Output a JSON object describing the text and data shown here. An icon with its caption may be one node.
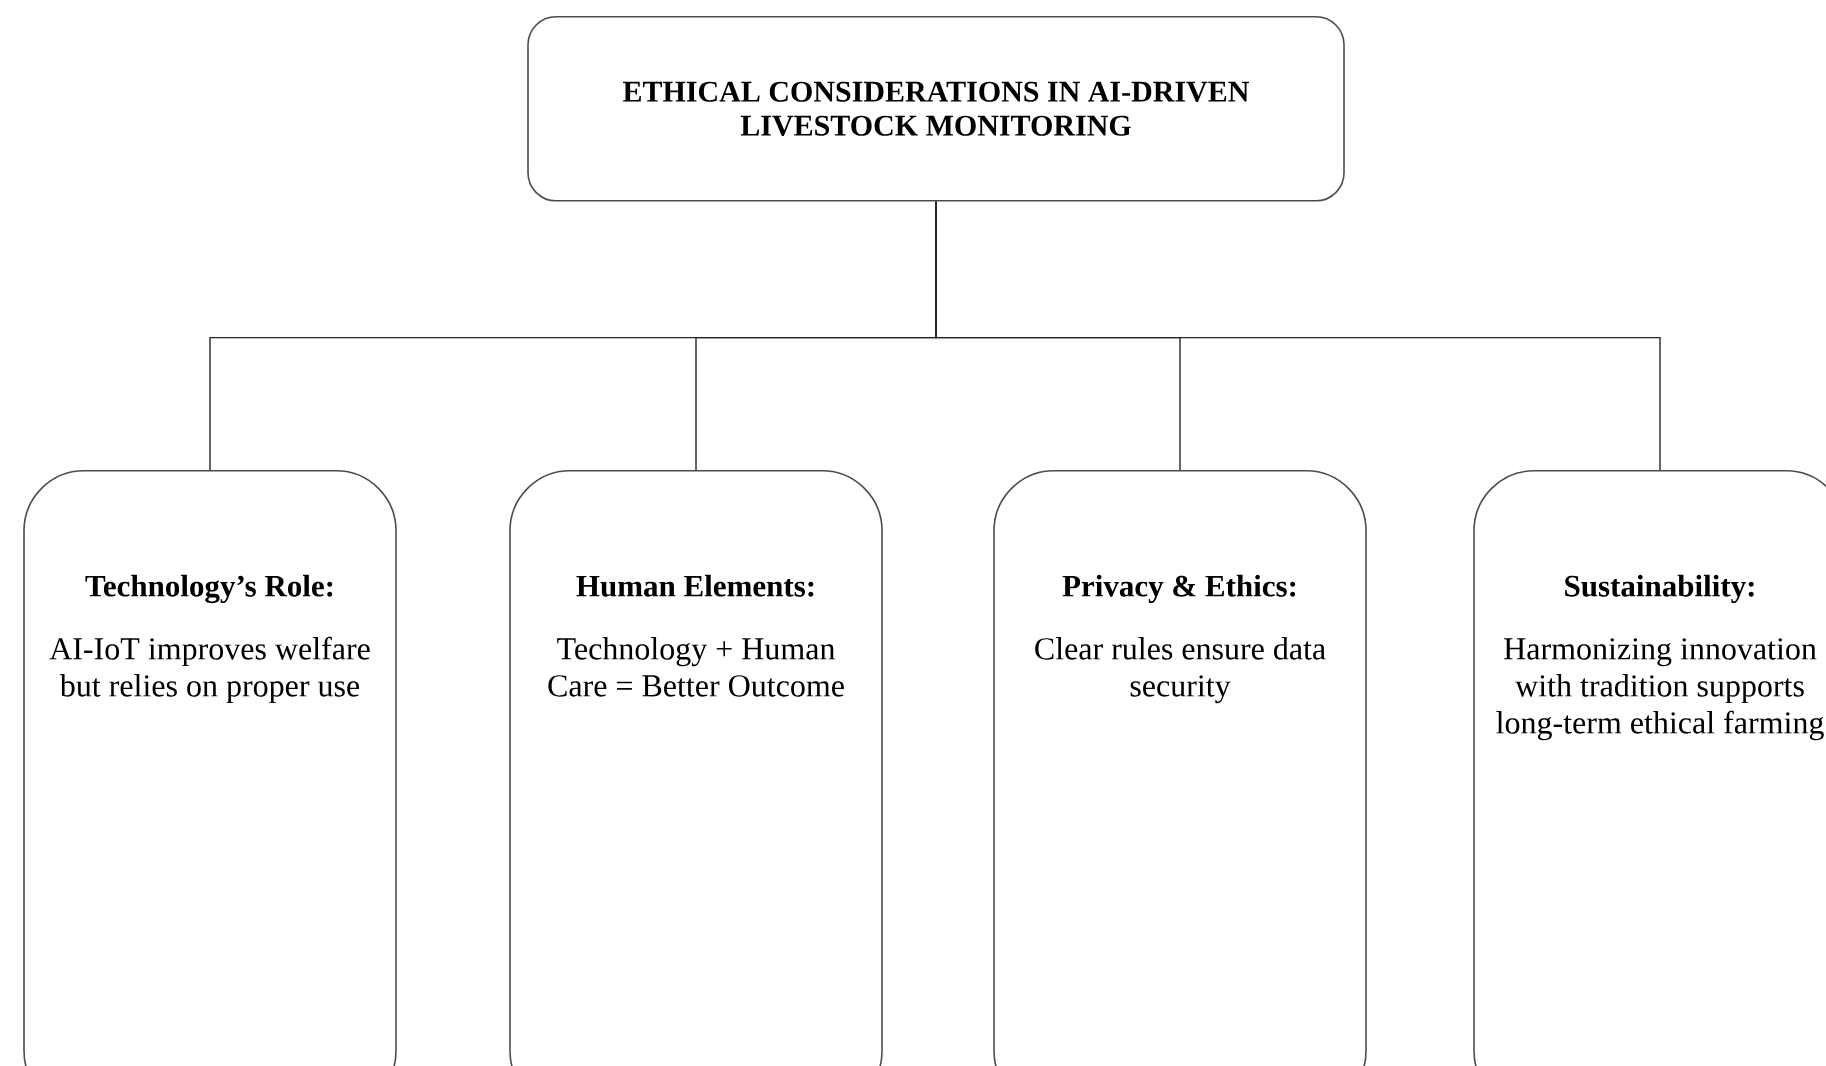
{
  "diagram": {
    "nodes": [
      {
        "text": [
          "ETHICAL CONSIDERATIONS IN AI-DRIVEN LIVESTOCK MONITORING"
        ]
      },
      {
        "text": [
          "Technology’s Role:",
          "AI-IoT improves welfare but relies on proper use"
        ]
      },
      {
        "text": [
          "Human Elements:",
          "Technology + Human Care = Better Outcome"
        ]
      },
      {
        "text": [
          "Privacy & Ethics:",
          "Clear rules ensure data security"
        ]
      },
      {
        "text": [
          "Sustainability:",
          "Harmonizing innovation with tradition supports long-term ethical farming"
        ]
      }
    ],
    "edges": [
      {
        "from": 0,
        "to": 1,
        "arrow": "none"
      },
      {
        "from": 0,
        "to": 2,
        "arrow": "none"
      },
      {
        "from": 0,
        "to": 3,
        "arrow": "none"
      },
      {
        "from": 0,
        "to": 4,
        "arrow": "none"
      }
    ]
  }
}
